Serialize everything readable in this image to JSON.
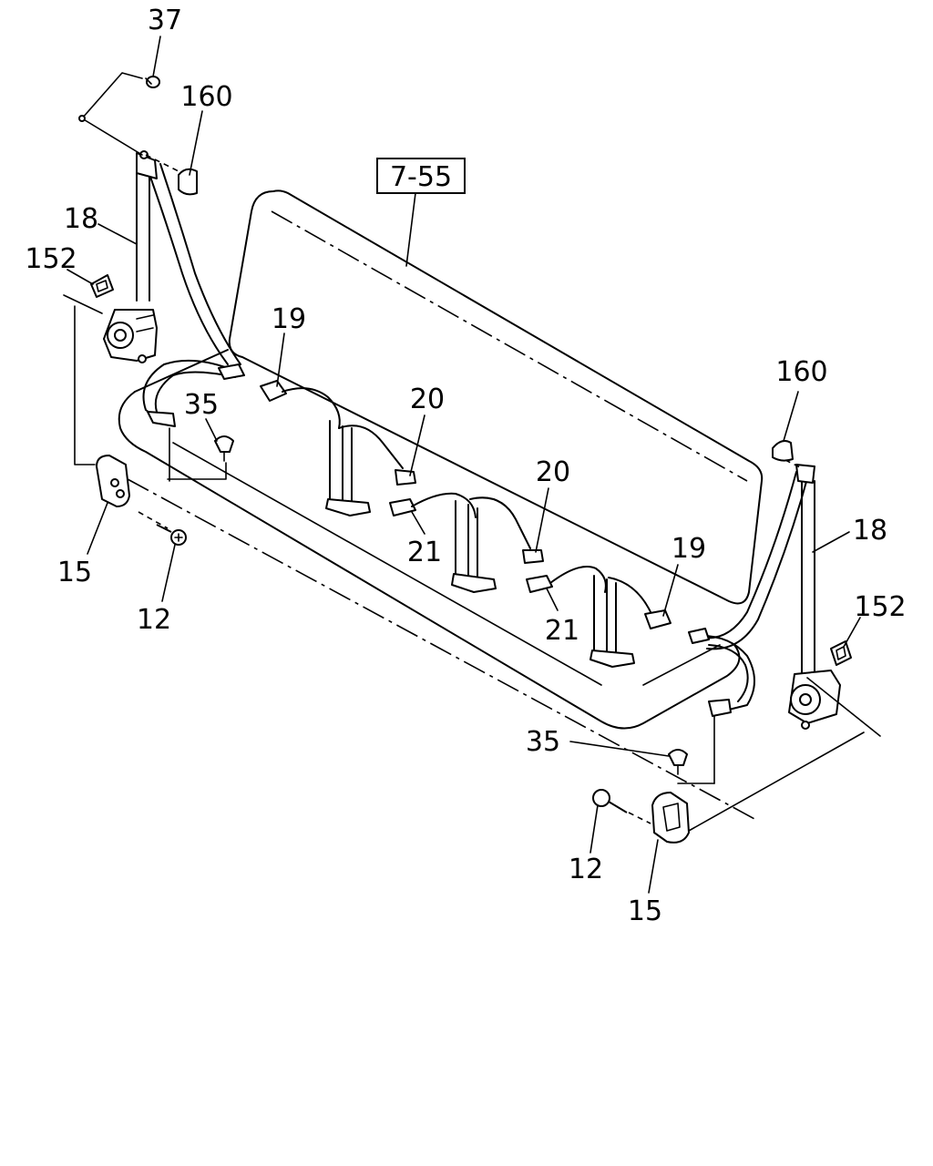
{
  "diagram": {
    "reference_label": "7-55",
    "callouts": {
      "c37": "37",
      "c160_left": "160",
      "c18_left": "18",
      "c152_left": "152",
      "c19_left": "19",
      "c35_left": "35",
      "c20_left": "20",
      "c20_right": "20",
      "c21_left": "21",
      "c21_right": "21",
      "c19_right": "19",
      "c15_left": "15",
      "c12_left": "12",
      "c160_right": "160",
      "c18_right": "18",
      "c152_right": "152",
      "c35_right": "35",
      "c12_right": "12",
      "c15_right": "15"
    }
  }
}
